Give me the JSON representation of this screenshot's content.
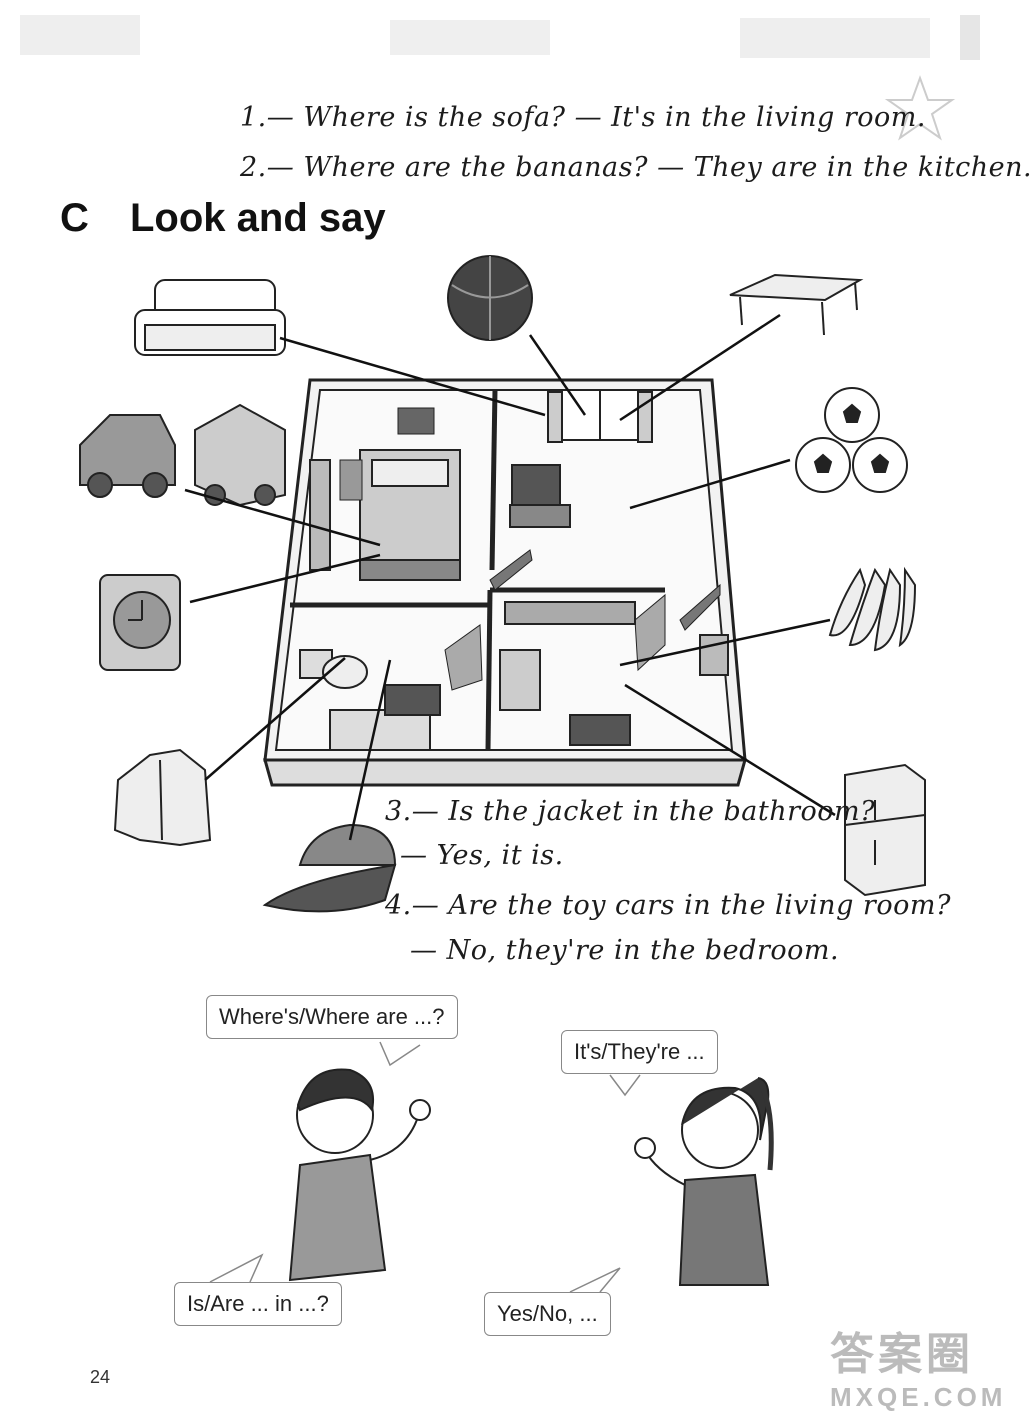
{
  "handwritten_answers": {
    "line1": "1.— Where is the sofa? — It's in the living room.",
    "line2": "2.— Where are the bananas? — They are in the kitchen.",
    "line3": "3.— Is the jacket in the bathroom?",
    "line4": "— Yes, it is.",
    "line5": "4.— Are the toy cars in the living room?",
    "line6": "— No, they're in the bedroom."
  },
  "section": {
    "letter": "C",
    "title": "Look and say"
  },
  "bubbles": {
    "boy_top": "Where's/Where are ...?",
    "girl_top": "It's/They're ...",
    "boy_bottom": "Is/Are ... in ...?",
    "girl_bottom": "Yes/No, ..."
  },
  "page_number": "24",
  "watermark": {
    "top": "答案圈",
    "bottom": "MXQE.COM"
  },
  "items": [
    "sofa",
    "toy-cars",
    "clock",
    "jacket",
    "cap",
    "basketball",
    "table",
    "footballs",
    "bananas",
    "fridge"
  ]
}
